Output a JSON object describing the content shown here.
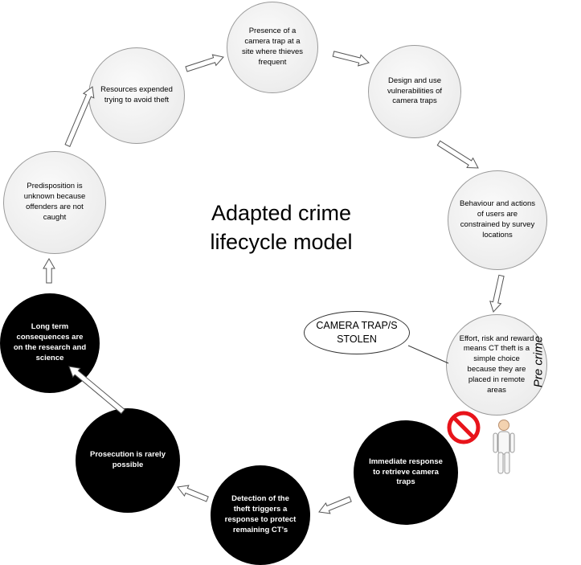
{
  "title_lines": [
    "Adapted crime",
    "lifecycle model"
  ],
  "callout": [
    "CAMERA TRAP/S",
    "STOLEN"
  ],
  "side_label": "Pre crime",
  "nodes": [
    {
      "text": "Presence of a camera trap at a site where thieves frequent",
      "style": "light"
    },
    {
      "text": "Design and use vulnerabilities of camera traps",
      "style": "light"
    },
    {
      "text": "Behaviour and actions of users are constrained by survey locations",
      "style": "light"
    },
    {
      "text": "Effort, risk and reward means CT theft is a simple choice because they are placed in remote areas",
      "style": "light"
    },
    {
      "text": "Immediate response to retrieve camera traps",
      "style": "dark"
    },
    {
      "text": "Detection of the theft triggers a response to protect remaining CT’s",
      "style": "dark"
    },
    {
      "text": "Prosecution is rarely possible",
      "style": "dark"
    },
    {
      "text": "Long term consequences are on the research and science",
      "style": "dark"
    },
    {
      "text": "Predisposition is unknown because offenders are not caught",
      "style": "light"
    },
    {
      "text": "Resources expended trying to avoid theft",
      "style": "light"
    }
  ],
  "colors": {
    "light_fill": "#ededed",
    "dark_fill": "#000000",
    "arrow_fill": "#ffffff",
    "no_sign": "#e8141b"
  },
  "icons": [
    "no-entry-icon",
    "person-figure-icon"
  ]
}
